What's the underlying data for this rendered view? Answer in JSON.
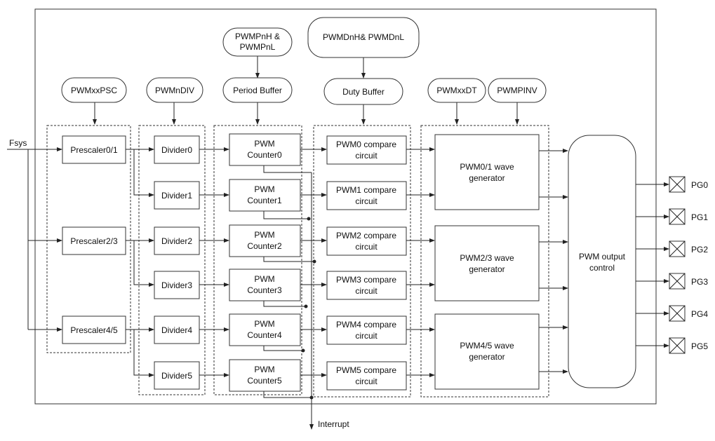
{
  "inputs": {
    "fsys": "Fsys"
  },
  "registers": {
    "psc": "PWMxxPSC",
    "div": "PWMnDIV",
    "period": [
      "PWMPnH &",
      "PWMPnL"
    ],
    "duty": "PWMDnH& PWMDnL",
    "dt": "PWMxxDT",
    "inv": "PWMPINV"
  },
  "buffers": {
    "period": "Period Buffer",
    "duty": "Duty Buffer"
  },
  "prescalers": [
    "Prescaler0/1",
    "Prescaler2/3",
    "Prescaler4/5"
  ],
  "dividers": [
    "Divider0",
    "Divider1",
    "Divider2",
    "Divider3",
    "Divider4",
    "Divider5"
  ],
  "counters": [
    [
      "PWM",
      "Counter0"
    ],
    [
      "PWM",
      "Counter1"
    ],
    [
      "PWM",
      "Counter2"
    ],
    [
      "PWM",
      "Counter3"
    ],
    [
      "PWM",
      "Counter4"
    ],
    [
      "PWM",
      "Counter5"
    ]
  ],
  "compares": [
    [
      "PWM0 compare",
      "circuit"
    ],
    [
      "PWM1 compare",
      "circuit"
    ],
    [
      "PWM2 compare",
      "circuit"
    ],
    [
      "PWM3 compare",
      "circuit"
    ],
    [
      "PWM4 compare",
      "circuit"
    ],
    [
      "PWM5 compare",
      "circuit"
    ]
  ],
  "wave_generators": [
    [
      "PWM0/1 wave",
      "generator"
    ],
    [
      "PWM2/3 wave",
      "generator"
    ],
    [
      "PWM4/5 wave",
      "generator"
    ]
  ],
  "output_control": [
    "PWM output",
    "control"
  ],
  "pins": [
    "PG0",
    "PG1",
    "PG2",
    "PG3",
    "PG4",
    "PG5"
  ],
  "interrupt": "Interrupt"
}
